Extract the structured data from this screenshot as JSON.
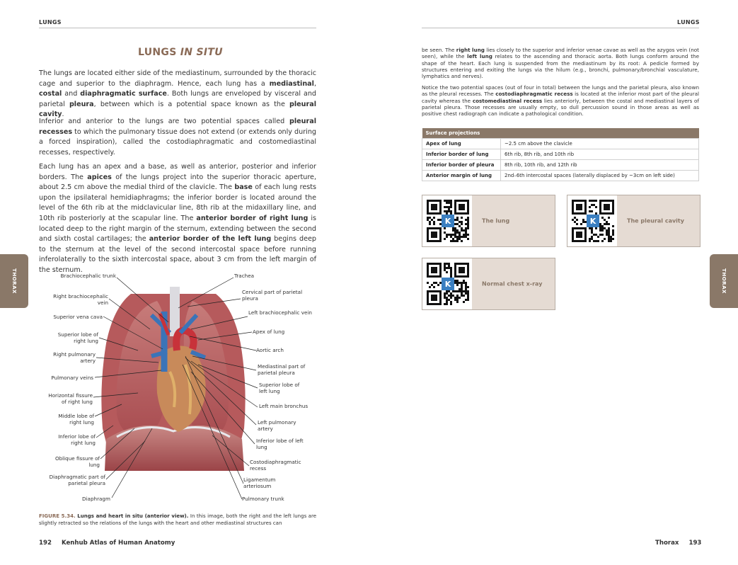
{
  "header": {
    "left": "LUNGS",
    "right": "LUNGS"
  },
  "left_page": {
    "title_main": "LUNGS ",
    "title_italic": "IN SITU",
    "para1": [
      {
        "t": "The lungs are located either side of the mediastinum, surrounded by the thoracic cage and superior to the diaphragm. Hence, each lung has a ",
        "b": false
      },
      {
        "t": "mediastinal",
        "b": true
      },
      {
        "t": ", ",
        "b": false
      },
      {
        "t": "costal",
        "b": true
      },
      {
        "t": " and ",
        "b": false
      },
      {
        "t": "diaphragmatic surface",
        "b": true
      },
      {
        "t": ". Both lungs are enveloped by visceral and parietal ",
        "b": false
      },
      {
        "t": "pleura",
        "b": true
      },
      {
        "t": ", between which is a potential space known as the ",
        "b": false
      },
      {
        "t": "pleural cavity",
        "b": true
      },
      {
        "t": ".",
        "b": false
      }
    ],
    "para2": [
      {
        "t": "Inferior and anterior to the lungs are two potential spaces called ",
        "b": false
      },
      {
        "t": "pleural recesses",
        "b": true
      },
      {
        "t": " to which the pulmonary tissue does not extend (or extends only during a forced inspiration), called the costodiaphragmatic and costomediastinal recesses, respectively.",
        "b": false
      }
    ],
    "para3": [
      {
        "t": "Each lung has an apex and a base, as well as anterior, posterior and inferior borders. The ",
        "b": false
      },
      {
        "t": "apices",
        "b": true
      },
      {
        "t": " of the lungs project into the superior thoracic aperture, about 2.5 cm above the medial third of the clavicle. The ",
        "b": false
      },
      {
        "t": "base",
        "b": true
      },
      {
        "t": " of each lung rests upon the ipsilateral hemidiaphragms; the inferior border is located around the level of the 6th rib at the midclavicular line, 8th rib at the midaxillary line, and 10th rib posteriorly at the scapular line. The ",
        "b": false
      },
      {
        "t": "anterior border of right lung",
        "b": true
      },
      {
        "t": " is located deep to the right margin of the sternum, extending between the second and sixth costal cartilages; the ",
        "b": false
      },
      {
        "t": "anterior border of the left lung",
        "b": true
      },
      {
        "t": " begins deep to the sternum at the level of the second intercostal space before running inferolaterally to the sixth intercostal space, about 3 cm from the left margin of the sternum.",
        "b": false
      }
    ],
    "figure_labels_left": [
      "Brachiocephalic trunk",
      "Right brachiocephalic vein",
      "Superior vena cava",
      "Superior lobe of right lung",
      "Right pulmonary artery",
      "Pulmonary veins",
      "Horizontal fissure of right lung",
      "Middle lobe of right lung",
      "Inferior lobe of right lung",
      "Oblique fissure of lung",
      "Diaphragmatic part of parietal pleura",
      "Diaphragm"
    ],
    "figure_labels_right": [
      "Trachea",
      "Cervical part of parietal pleura",
      "Left brachiocephalic vein",
      "Apex of lung",
      "Aortic arch",
      "Mediastinal part of parietal pleura",
      "Superior lobe of left lung",
      "Left main bronchus",
      "Left pulmonary artery",
      "Inferior lobe of left lung",
      "Costodiaphragmatic recess",
      "Ligamentum arteriosum",
      "Pulmonary trunk"
    ],
    "caption_label": "FIGURE 5.34.",
    "caption_bold": " Lungs and heart in situ (anterior view).",
    "caption_text": " In this image, both the right and the left lungs are slightly retracted so the relations of the lungs with the heart and other mediastinal structures can",
    "footer_page": "192",
    "footer_title": "Kenhub Atlas of Human Anatomy",
    "side_tab": "THORAX"
  },
  "right_page": {
    "para1": [
      {
        "t": "be seen. The ",
        "b": false
      },
      {
        "t": "right lung",
        "b": true
      },
      {
        "t": " lies closely to the superior and inferior venae cavae as well as the azygos vein (not seen), while the ",
        "b": false
      },
      {
        "t": "left lung",
        "b": true
      },
      {
        "t": " relates to the ascending and thoracic aorta. Both lungs conform around the shape of the heart. Each lung is suspended from the mediastinum by its root: A pedicle formed by structures entering and exiting the lungs via the hilum (e.g., bronchi, pulmonary/bronchial vasculature, lymphatics and nerves).",
        "b": false
      }
    ],
    "para2": [
      {
        "t": "Notice the two potential spaces (out of four in total) between the lungs and the parietal pleura, also known as the pleural recesses. The ",
        "b": false
      },
      {
        "t": "costodiaphragmatic recess",
        "b": true
      },
      {
        "t": " is located at the inferior most part of the pleural cavity whereas the ",
        "b": false
      },
      {
        "t": "costomediastinal recess",
        "b": true
      },
      {
        "t": " lies anteriorly, between the costal and mediastinal layers of parietal pleura. Those recesses are usually empty, so dull percussion sound in those areas as well as positive chest radiograph can indicate a pathological condition.",
        "b": false
      }
    ],
    "table": {
      "header": "Surface projections",
      "rows": [
        {
          "k": "Apex of lung",
          "v": "~2.5 cm above the clavicle"
        },
        {
          "k": "Inferior border of lung",
          "v": "6th rib, 8th rib, and 10th rib"
        },
        {
          "k": "Inferior border of pleura",
          "v": "8th rib, 10th rib, and 12th rib"
        },
        {
          "k": "Anterior margin of lung",
          "v": "2nd–6th intercostal spaces (laterally displaced by ~3cm on left side)"
        }
      ]
    },
    "qr_cards": [
      {
        "label": "The lung",
        "badge": "K"
      },
      {
        "label": "The pleural cavity",
        "badge": "K"
      },
      {
        "label": "Normal chest x-ray",
        "badge": "K"
      }
    ],
    "footer_title": "Thorax",
    "footer_page": "193",
    "side_tab": "THORAX"
  },
  "colors": {
    "accent_brown": "#8a6a56",
    "tab_brown": "#8a7868",
    "panel_beige": "#e5dbd3",
    "kenhub_blue": "#3a7fc1"
  }
}
